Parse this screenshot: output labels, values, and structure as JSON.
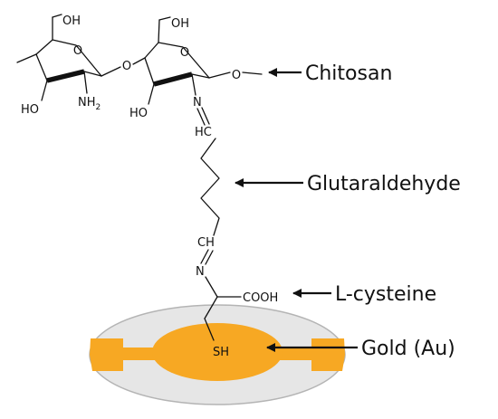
{
  "atoms": {
    "oh_top_left": "OH",
    "oh_top_right": "OH",
    "ring_o_left": "O",
    "ring_o_right": "O",
    "glycosidic_o": "O",
    "methoxy_o": "O",
    "oh_bottom_left": "HO",
    "nh2": "NH",
    "nh2_sub": "2",
    "oh_bottom_right": "HO",
    "imine_n_top": "N",
    "imine_hc": "HC",
    "imine_ch": "CH",
    "imine_n_bottom": "N",
    "cooh": "COOH",
    "sh": "SH"
  },
  "labels": {
    "chitosan": "Chitosan",
    "glutaraldehyde": "Glutaraldehyde",
    "l_cysteine": "L-cysteine",
    "gold": "Gold (Au)"
  },
  "colors": {
    "electrode_disc": "#e6e6e6",
    "electrode_edge": "#b4b4b4",
    "gold": "#f7a823",
    "gold_light": "#fcd083",
    "bond": "#111111"
  }
}
